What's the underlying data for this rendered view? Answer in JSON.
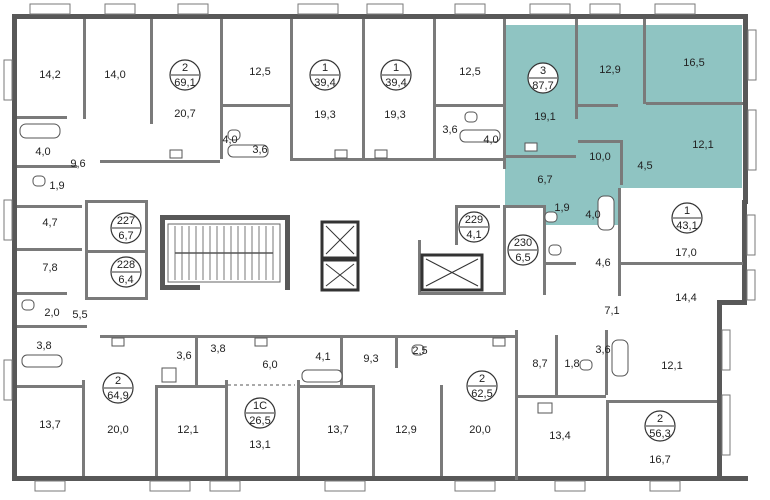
{
  "colors": {
    "highlight": "#8fc4c2",
    "wall": "#585858",
    "background": "#ffffff"
  },
  "rooms": {
    "r_14_2": "14,2",
    "r_14_0": "14,0",
    "r_20_7": "20,7",
    "r_12_5_l": "12,5",
    "r_19_3_a": "19,3",
    "r_19_3_b": "19,3",
    "r_12_5_r": "12,5",
    "r_19_1": "19,1",
    "r_12_9_top": "12,9",
    "r_16_5": "16,5",
    "r_12_1_top": "12,1",
    "r_10_0": "10,0",
    "r_4_5": "4,5",
    "r_6_7": "6,7",
    "r_1_9_top": "1,9",
    "r_4_0_hl": "4,0",
    "r_4_0_a": "4,0",
    "r_4_0_b": "4,0",
    "r_4_0_c": "4,0",
    "r_9_6": "9,6",
    "r_1_9_left": "1,9",
    "r_3_6_a": "3,6",
    "r_3_6_b": "3,6",
    "r_4_7": "4,7",
    "r_7_8": "7,8",
    "r_2_0": "2,0",
    "r_5_5": "5,5",
    "r_3_8_l": "3,8",
    "r_17_0": "17,0",
    "r_4_6": "4,6",
    "r_14_4": "14,4",
    "r_7_1": "7,1",
    "r_3_6_c": "3,6",
    "r_3_8_m": "3,8",
    "r_6_0": "6,0",
    "r_4_1": "4,1",
    "r_9_3": "9,3",
    "r_2_5": "2,5",
    "r_8_7": "8,7",
    "r_1_8": "1,8",
    "r_3_6_d": "3,6",
    "r_12_1_r": "12,1",
    "r_13_7_l": "13,7",
    "r_20_0_l": "20,0",
    "r_12_1_b": "12,1",
    "r_13_1": "13,1",
    "r_13_7_m": "13,7",
    "r_12_9_b": "12,9",
    "r_20_0_r": "20,0",
    "r_13_4": "13,4",
    "r_16_7": "16,7"
  },
  "badges": {
    "apt_2_69": {
      "rooms": "2",
      "area": "69,1"
    },
    "apt_1_39a": {
      "rooms": "1",
      "area": "39,4"
    },
    "apt_1_39b": {
      "rooms": "1",
      "area": "39,4"
    },
    "apt_3_87": {
      "rooms": "3",
      "area": "87,7"
    },
    "store_227": {
      "rooms": "227",
      "area": "6,7"
    },
    "store_228": {
      "rooms": "228",
      "area": "6,4"
    },
    "store_229": {
      "rooms": "229",
      "area": "4,1"
    },
    "store_230": {
      "rooms": "230",
      "area": "6,5"
    },
    "apt_1_43": {
      "rooms": "1",
      "area": "43,1"
    },
    "apt_2_64": {
      "rooms": "2",
      "area": "64,9"
    },
    "apt_1c_26": {
      "rooms": "1С",
      "area": "26,5"
    },
    "apt_2_62": {
      "rooms": "2",
      "area": "62,5"
    },
    "apt_2_56": {
      "rooms": "2",
      "area": "56,3"
    }
  }
}
